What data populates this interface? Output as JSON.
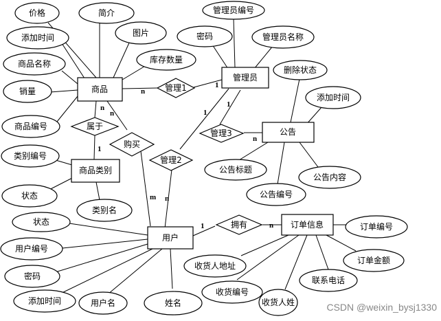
{
  "entities": [
    {
      "id": "product",
      "label": "商品"
    },
    {
      "id": "admin",
      "label": "管理员"
    },
    {
      "id": "category",
      "label": "商品类别"
    },
    {
      "id": "notice",
      "label": "公告"
    },
    {
      "id": "user",
      "label": "用户"
    },
    {
      "id": "order",
      "label": "订单信息"
    }
  ],
  "relationships": [
    {
      "id": "manage1",
      "label": "管理1"
    },
    {
      "id": "belong",
      "label": "属于"
    },
    {
      "id": "buy",
      "label": "购买"
    },
    {
      "id": "manage2",
      "label": "管理2"
    },
    {
      "id": "manage3",
      "label": "管理3"
    },
    {
      "id": "own",
      "label": "拥有"
    }
  ],
  "attributes": [
    {
      "id": "p_price",
      "label": "价格"
    },
    {
      "id": "p_intro",
      "label": "简介"
    },
    {
      "id": "p_addtime",
      "label": "添加时间"
    },
    {
      "id": "p_image",
      "label": "图片"
    },
    {
      "id": "p_stock",
      "label": "库存数量"
    },
    {
      "id": "p_name",
      "label": "商品名称"
    },
    {
      "id": "p_sales",
      "label": "销量"
    },
    {
      "id": "p_no",
      "label": "商品编号"
    },
    {
      "id": "a_no",
      "label": "管理员编号"
    },
    {
      "id": "a_pwd",
      "label": "密码"
    },
    {
      "id": "a_name",
      "label": "管理员名称"
    },
    {
      "id": "n_delstatus",
      "label": "删除状态"
    },
    {
      "id": "n_addtime",
      "label": "添加时间"
    },
    {
      "id": "n_title",
      "label": "公告标题"
    },
    {
      "id": "n_content",
      "label": "公告内容"
    },
    {
      "id": "n_no",
      "label": "公告编号"
    },
    {
      "id": "c_no",
      "label": "类别编号"
    },
    {
      "id": "c_status",
      "label": "状态"
    },
    {
      "id": "c_name",
      "label": "类别名"
    },
    {
      "id": "u_status",
      "label": "状态"
    },
    {
      "id": "u_no",
      "label": "用户编号"
    },
    {
      "id": "u_pwd",
      "label": "密码"
    },
    {
      "id": "u_addtime",
      "label": "添加时间"
    },
    {
      "id": "u_username",
      "label": "用户名"
    },
    {
      "id": "u_realname",
      "label": "姓名"
    },
    {
      "id": "o_no",
      "label": "订单编号"
    },
    {
      "id": "o_amount",
      "label": "订单金额"
    },
    {
      "id": "o_phone",
      "label": "联系电话"
    },
    {
      "id": "o_address",
      "label": "收货人地址"
    },
    {
      "id": "o_code",
      "label": "收货编号"
    },
    {
      "id": "o_receiver",
      "label": "收货人姓"
    }
  ],
  "cardinalities": {
    "product_manage1": "n",
    "manage1_admin": "1",
    "product_belong": "n",
    "belong_category": "1",
    "product_buy": "n",
    "buy_user": "m",
    "admin_manage2": "1",
    "manage2_user": "n",
    "admin_manage3": "1",
    "manage3_notice": "n",
    "user_own": "1",
    "own_order": "n"
  },
  "watermark": "CSDN @weixin_bysj1330"
}
